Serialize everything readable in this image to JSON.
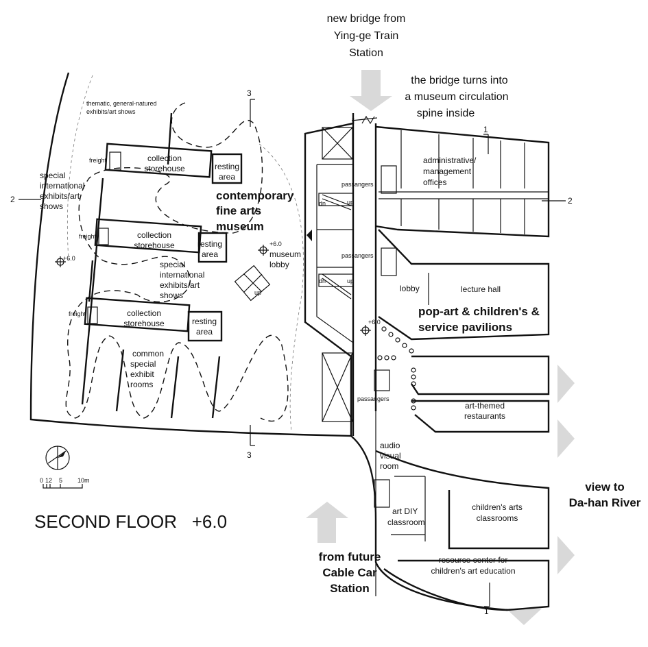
{
  "title": "SECOND FLOOR   +6.0",
  "scale_bar": {
    "ticks": [
      "0",
      "1",
      "2",
      "5",
      "10m"
    ]
  },
  "section_marks": {
    "one": "1",
    "two": "2",
    "three": "3"
  },
  "labels": {
    "new_bridge": [
      "new bridge from",
      "Ying-ge Train",
      "Station"
    ],
    "bridge_turns": [
      "the bridge turns into",
      "a museum circulation",
      "spine inside"
    ],
    "thematic": [
      "thematic, general-natured",
      "exhibits/art shows"
    ],
    "special_left": [
      "special",
      "international",
      "exhibits/art",
      "shows"
    ],
    "special_mid": [
      "special",
      "international",
      "exhibits/art",
      "shows"
    ],
    "collection": [
      "collection",
      "storehouse"
    ],
    "resting": [
      "resting",
      "area"
    ],
    "freight": "freight",
    "contemporary": [
      "contemporary",
      "fine arts",
      "museum"
    ],
    "museum_lobby": [
      "museum",
      "lobby"
    ],
    "level": "+6.0",
    "passangers": "passangers",
    "up": "up",
    "dn": "dn",
    "common": [
      "common",
      "special",
      "exhibit",
      "rooms"
    ],
    "admin": [
      "administrative/",
      "management",
      "offices"
    ],
    "lobby": "lobby",
    "lecture_hall": "lecture hall",
    "pop_art": [
      "pop-art & children's &",
      "service pavilions"
    ],
    "art_restaurants": [
      "art-themed",
      "restaurants"
    ],
    "audio_visual": [
      "audio",
      "visual",
      "room"
    ],
    "art_diy": [
      "art DIY",
      "classroom"
    ],
    "childrens_classrooms": [
      "children's arts",
      "classrooms"
    ],
    "resource_center": [
      "resource center for",
      "children's art education"
    ],
    "view_to": [
      "view to",
      "Da-han River"
    ],
    "from_future": [
      "from future",
      "Cable Car",
      "Station"
    ]
  }
}
